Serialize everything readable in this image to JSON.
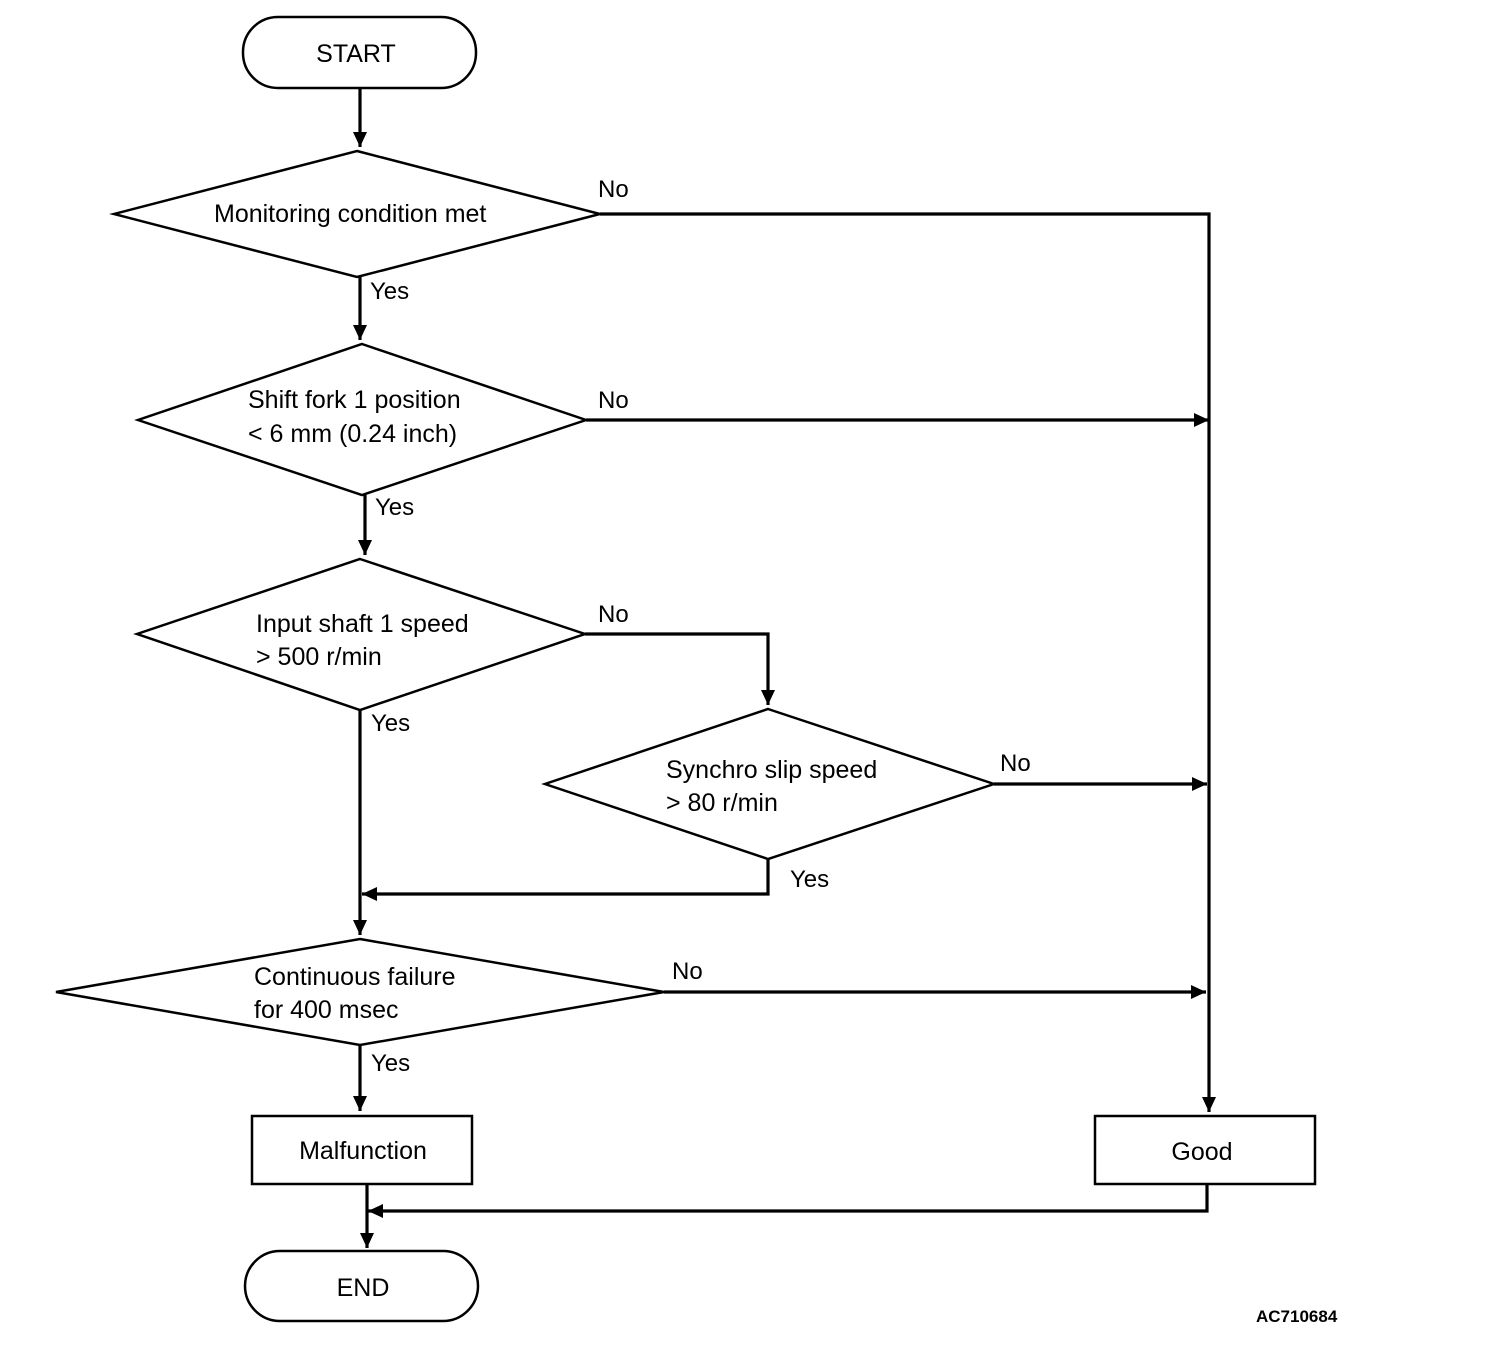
{
  "nodes": {
    "start": {
      "label": "START"
    },
    "monitoring": {
      "lines": [
        "Monitoring condition met"
      ]
    },
    "shift_fork": {
      "lines": [
        "Shift fork 1 position",
        "< 6 mm (0.24 inch)"
      ]
    },
    "input_shaft": {
      "lines": [
        "Input shaft 1 speed",
        "> 500 r/min"
      ]
    },
    "synchro": {
      "lines": [
        "Synchro slip speed",
        "> 80 r/min"
      ]
    },
    "continuous": {
      "lines": [
        "Continuous failure",
        "for 400 msec"
      ]
    },
    "malfunction": {
      "label": "Malfunction"
    },
    "good": {
      "label": "Good"
    },
    "end": {
      "label": "END"
    }
  },
  "edge_labels": {
    "monitoring_no": "No",
    "monitoring_yes": "Yes",
    "shift_fork_no": "No",
    "shift_fork_yes": "Yes",
    "input_shaft_no": "No",
    "input_shaft_yes": "Yes",
    "synchro_no": "No",
    "synchro_yes": "Yes",
    "continuous_no": "No",
    "continuous_yes": "Yes"
  },
  "figure_id": "AC710684"
}
